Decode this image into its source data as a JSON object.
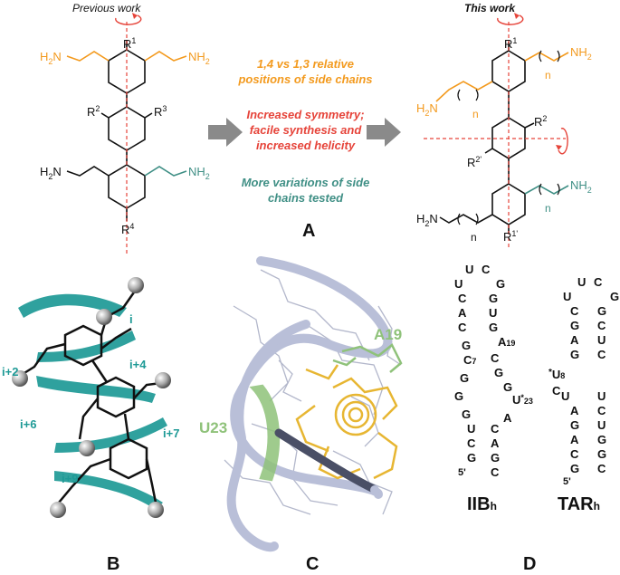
{
  "colors": {
    "orange": "#f39a1e",
    "red": "#e6443a",
    "teal": "#3f8f85",
    "black": "#111111",
    "gray": "#8a8a8a",
    "rna": "#b9bfd8",
    "yellow": "#e7b632",
    "green": "#8fc27a",
    "helix": "#1e9a96"
  },
  "panel_a": {
    "previous_label": "Previous work",
    "this_label": "This work",
    "line1": "1,4 vs 1,3 relative",
    "line2": "positions of side chains",
    "line3": "Increased symmetry;",
    "line4": "facile synthesis and",
    "line5": "increased helicity",
    "line6": "More variations of side",
    "line7": "chains tested",
    "letter": "A"
  },
  "labels": {
    "r1": "R",
    "r1_sup": "1",
    "r2": "R",
    "r2_sup": "2",
    "r3": "R",
    "r3_sup": "3",
    "r4": "R",
    "r4_sup": "4",
    "r2p_sup": "2'",
    "r1p_sup": "1'",
    "nh2": "NH",
    "h2n": "H",
    "n": "n",
    "sub2": "2",
    "n_letter": "N"
  },
  "panel_b": {
    "letter": "B",
    "i": "i",
    "i2": "i+2",
    "i4": "i+4",
    "i6": "i+6",
    "i7": "i+7",
    "i9": "i+9"
  },
  "panel_c": {
    "letter": "C",
    "a19": "A19",
    "u23": "U23"
  },
  "panel_d": {
    "letter": "D",
    "iib": "IIB",
    "iib_sub": "h",
    "tar": "TAR",
    "tar_sub": "h",
    "five_prime": "5'",
    "iib_loop": [
      "U",
      "C"
    ],
    "iib_left": [
      "U",
      "C",
      "A",
      "C",
      "G",
      "C",
      "G",
      "G",
      "G",
      "U",
      "C",
      "G"
    ],
    "iib_right": [
      "G",
      "G",
      "U",
      "G",
      "A",
      "C",
      "G",
      "G",
      "U",
      "A",
      "C",
      "A",
      "G",
      "C"
    ],
    "iib_sub7": "7",
    "iib_sub19": "19",
    "iib_sub23": "23",
    "star": "*",
    "tar_loop": [
      "U",
      "C"
    ],
    "tar_left": [
      "U",
      "C",
      "G",
      "A",
      "G",
      "U",
      "C",
      "U",
      "A",
      "G",
      "A",
      "C",
      "G"
    ],
    "tar_right": [
      "G",
      "G",
      "C",
      "U",
      "C",
      "U",
      "C",
      "U",
      "G",
      "G",
      "C"
    ],
    "tar_sub8": "8"
  }
}
